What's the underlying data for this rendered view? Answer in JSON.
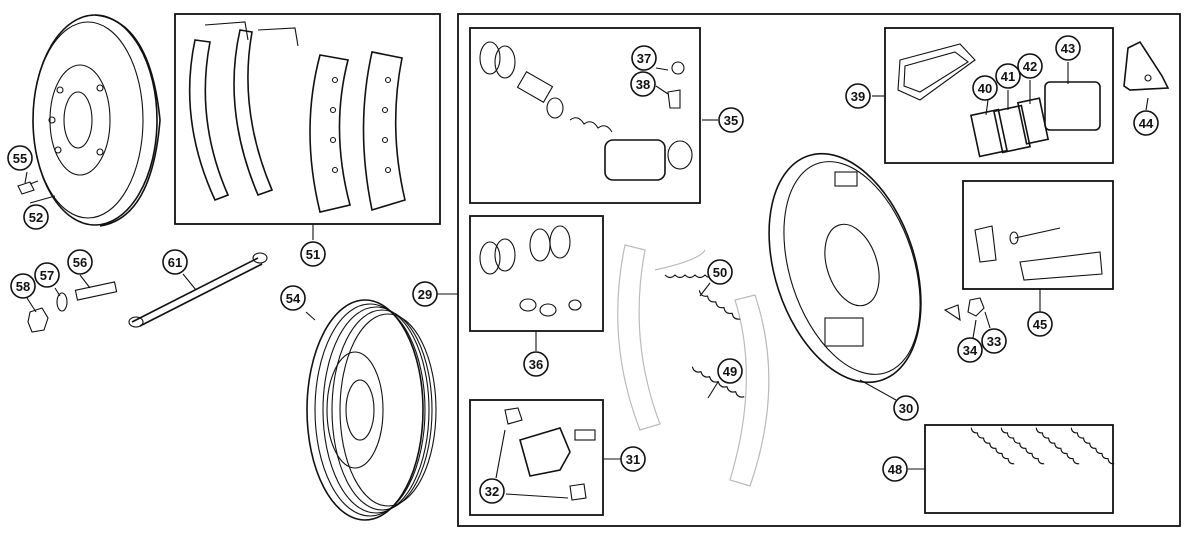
{
  "diagram": {
    "callouts": {
      "c29": "29",
      "c30": "30",
      "c31": "31",
      "c32": "32",
      "c33": "33",
      "c34": "34",
      "c35": "35",
      "c36": "36",
      "c37": "37",
      "c38": "38",
      "c39": "39",
      "c40": "40",
      "c41": "41",
      "c42": "42",
      "c43": "43",
      "c44": "44",
      "c45": "45",
      "c48": "48",
      "c49": "49",
      "c50": "50",
      "c51": "51",
      "c52": "52",
      "c54": "54",
      "c55": "55",
      "c56": "56",
      "c57": "57",
      "c58": "58",
      "c61": "61"
    }
  }
}
